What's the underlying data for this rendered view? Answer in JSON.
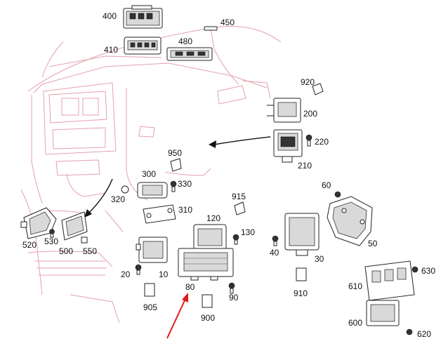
{
  "labels": {
    "l10": "10",
    "l20": "20",
    "l30": "30",
    "l40": "40",
    "l50": "50",
    "l60": "60",
    "l80": "80",
    "l90": "90",
    "l120": "120",
    "l130": "130",
    "l200": "200",
    "l210": "210",
    "l220": "220",
    "l300": "300",
    "l310": "310",
    "l320": "320",
    "l330": "330",
    "l400": "400",
    "l410": "410",
    "l450": "450",
    "l480": "480",
    "l500": "500",
    "l520": "520",
    "l530": "530",
    "l550": "550",
    "l600": "600",
    "l610": "610",
    "l620": "620",
    "l630": "630",
    "l900": "900",
    "l905": "905",
    "l910": "910",
    "l915": "915",
    "l920": "920",
    "l950": "950"
  },
  "colors": {
    "vehicle_outline": "#e5a0ad",
    "highlight_arrow": "#e01c1c",
    "parts": "#222222"
  }
}
